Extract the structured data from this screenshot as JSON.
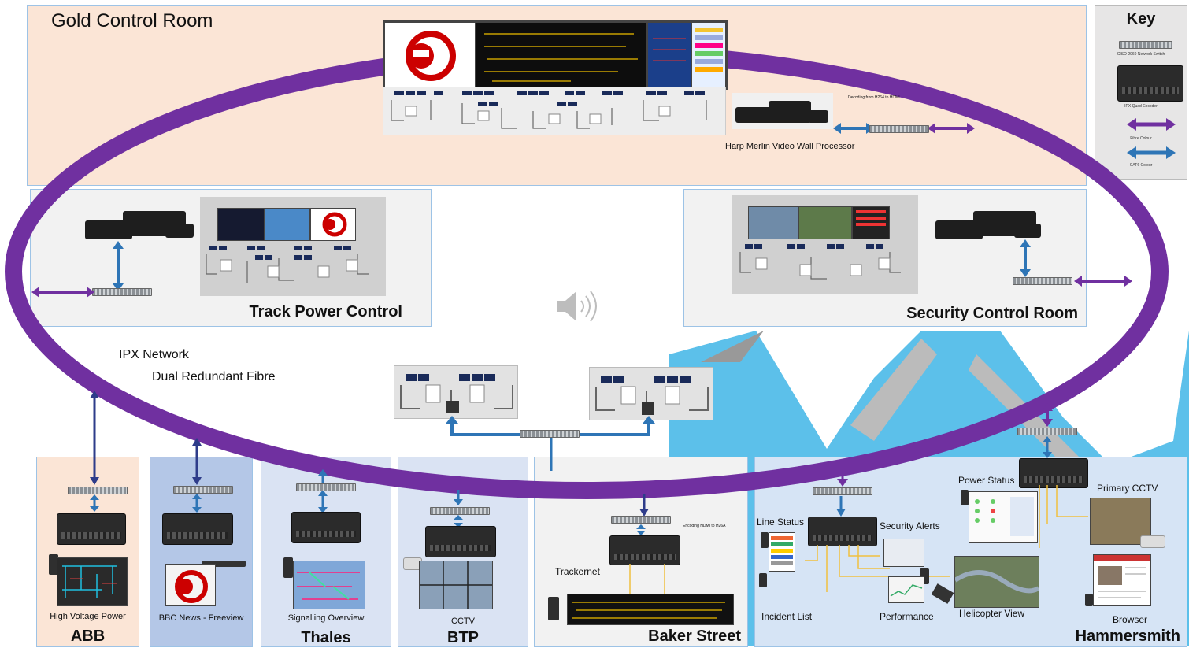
{
  "colors": {
    "ring": "#7030a0",
    "connector": "#2e75b6",
    "fibre_arrow": "#7030a0",
    "cat6_arrow": "#2e75b6",
    "peach": "#fbe5d6",
    "grey": "#f2f2f2",
    "blue": "#b4c7e7"
  },
  "gold": {
    "title": "Gold Control Room",
    "processor_label": "Harp Merlin Video Wall Processor",
    "decode_note": "Decoding from H264 to HDMI"
  },
  "key": {
    "title": "Key",
    "items": [
      {
        "label": "CISO 2960 Network Switch",
        "icon": "network-switch-icon"
      },
      {
        "label": "IPX Quad Encoder",
        "icon": "encoder-icon"
      },
      {
        "label": "Fibre Colour",
        "icon": "purple-arrow-icon"
      },
      {
        "label": "CAT6 Colour",
        "icon": "blue-arrow-icon"
      }
    ]
  },
  "track_power": {
    "title": "Track Power Control"
  },
  "security": {
    "title": "Security Control Room"
  },
  "network": {
    "line1": "IPX Network",
    "line2": "Dual Redundant Fibre"
  },
  "speaker_icon": "speaker-icon",
  "sites": {
    "abb": {
      "name": "ABB",
      "caption": "High Voltage Power"
    },
    "bbc": {
      "caption": "BBC News - Freeview"
    },
    "thales": {
      "name": "Thales",
      "caption": "Signalling Overview"
    },
    "btp": {
      "name": "BTP",
      "caption": "CCTV"
    },
    "baker": {
      "name": "Baker Street",
      "caption": "Trackernet",
      "encode_note": "Encoding HDMI  to H26A"
    },
    "hammersmith": {
      "name": "Hammersmith",
      "labels": {
        "line_status": "Line Status",
        "incident_list": "Incident List",
        "security_alerts": "Security Alerts",
        "performance": "Performance",
        "power_status": "Power Status",
        "primary_cctv": "Primary CCTV",
        "helicopter_view": "Helicopter View",
        "browser": "Browser"
      }
    }
  }
}
